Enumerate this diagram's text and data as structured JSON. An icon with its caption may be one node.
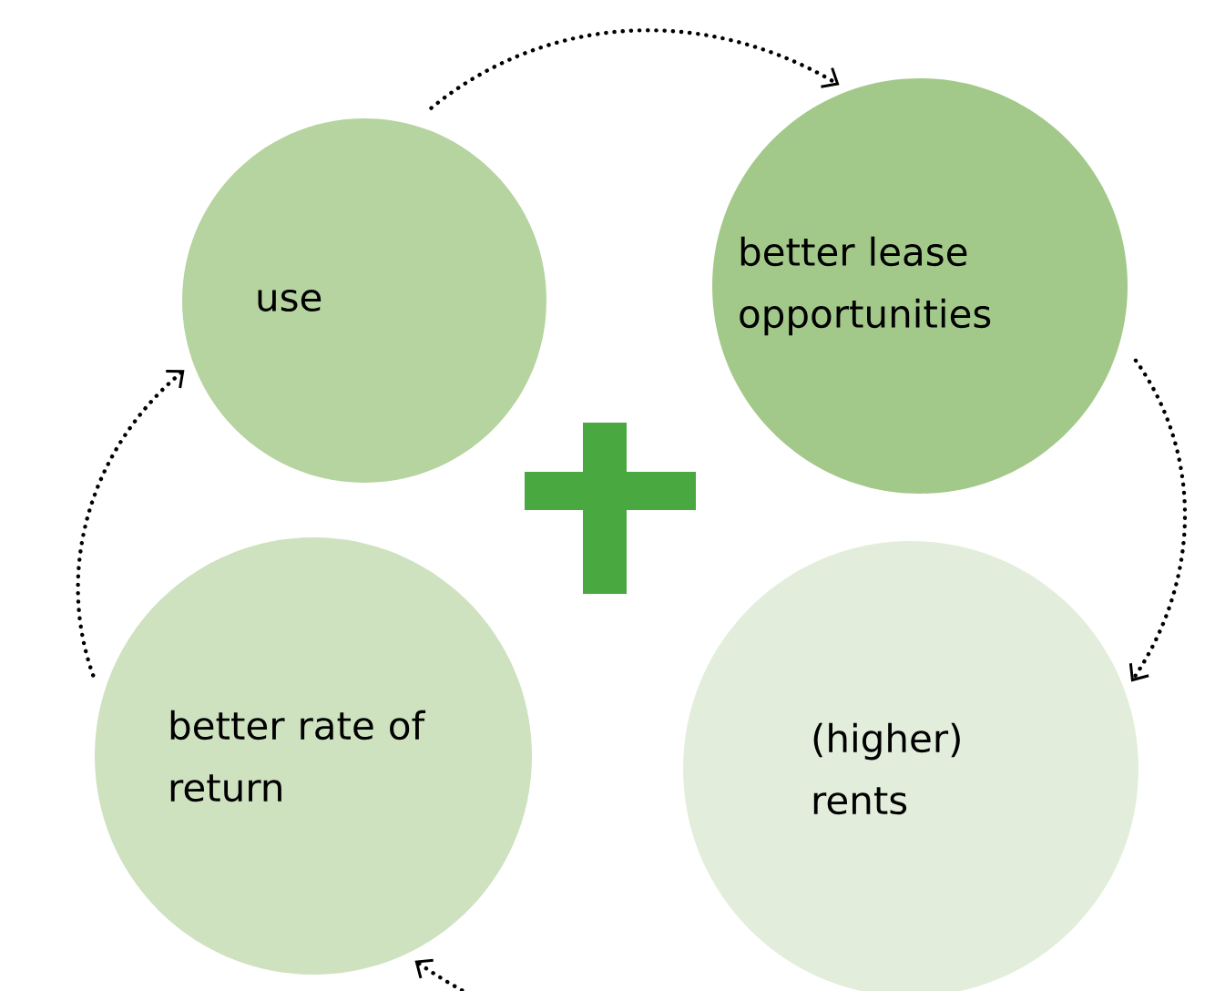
{
  "diagram": {
    "nodes": [
      {
        "text": [
          "use"
        ]
      },
      {
        "text": [
          "better lease opportunities"
        ]
      },
      {
        "text": [
          "(higher) rents"
        ]
      },
      {
        "text": [
          "better rate of return"
        ]
      },
      {
        "text": [],
        "shape": "plus"
      }
    ],
    "edges": [
      {
        "from": 0,
        "to": 1,
        "arrow": "to"
      },
      {
        "from": 1,
        "to": 2,
        "arrow": "to"
      },
      {
        "from": 2,
        "to": 3,
        "arrow": "to"
      },
      {
        "from": 3,
        "to": 0,
        "arrow": "to"
      }
    ]
  }
}
